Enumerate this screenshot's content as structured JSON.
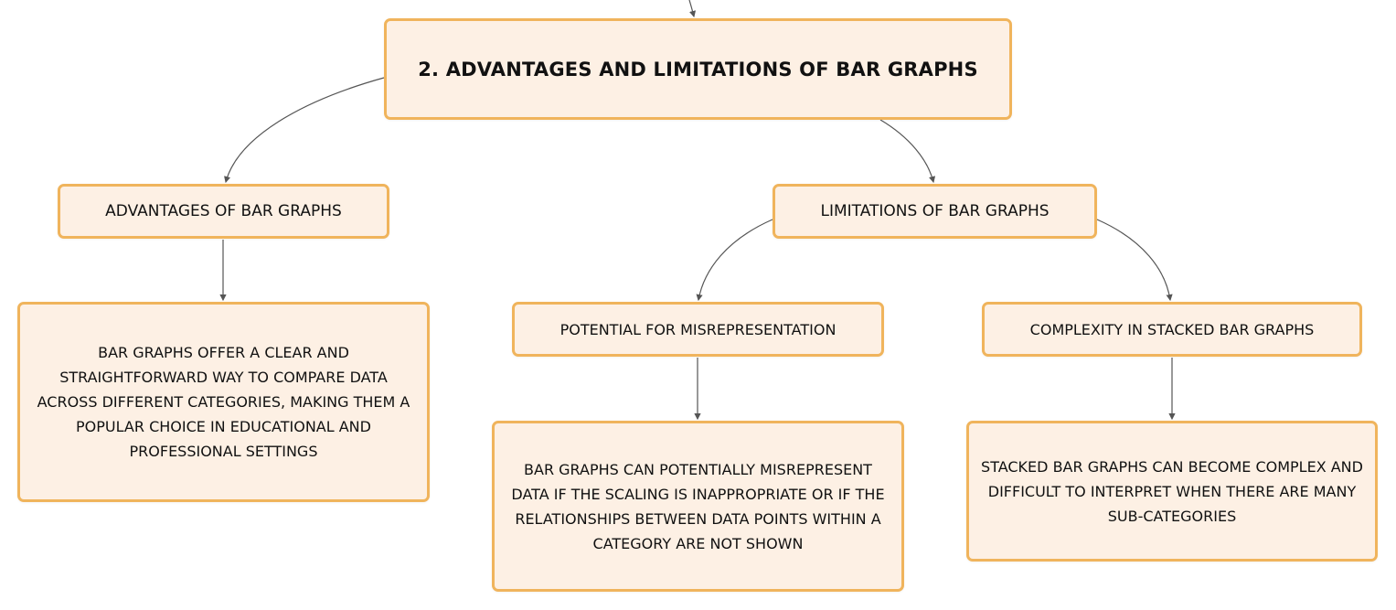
{
  "colors": {
    "node_fill": "#fdf0e4",
    "node_border": "#f0b45c",
    "connector": "#555555",
    "text": "#111111"
  },
  "root": {
    "title": "2. ADVANTAGES AND LIMITATIONS OF BAR GRAPHS"
  },
  "advantages": {
    "label": "ADVANTAGES OF BAR GRAPHS",
    "detail": "BAR GRAPHS OFFER A CLEAR AND STRAIGHTFORWARD WAY TO COMPARE DATA ACROSS DIFFERENT CATEGORIES, MAKING THEM A POPULAR CHOICE IN EDUCATIONAL AND PROFESSIONAL SETTINGS"
  },
  "limitations": {
    "label": "LIMITATIONS OF BAR GRAPHS",
    "misrepresentation": {
      "label": "POTENTIAL FOR MISREPRESENTATION",
      "detail": "BAR GRAPHS CAN POTENTIALLY MISREPRESENT DATA IF THE SCALING IS INAPPROPRIATE OR IF THE RELATIONSHIPS BETWEEN DATA POINTS WITHIN A CATEGORY ARE NOT SHOWN"
    },
    "complexity": {
      "label": "COMPLEXITY IN STACKED BAR GRAPHS",
      "detail": "STACKED BAR GRAPHS CAN BECOME COMPLEX AND DIFFICULT TO INTERPRET WHEN THERE ARE MANY SUB-CATEGORIES"
    }
  }
}
